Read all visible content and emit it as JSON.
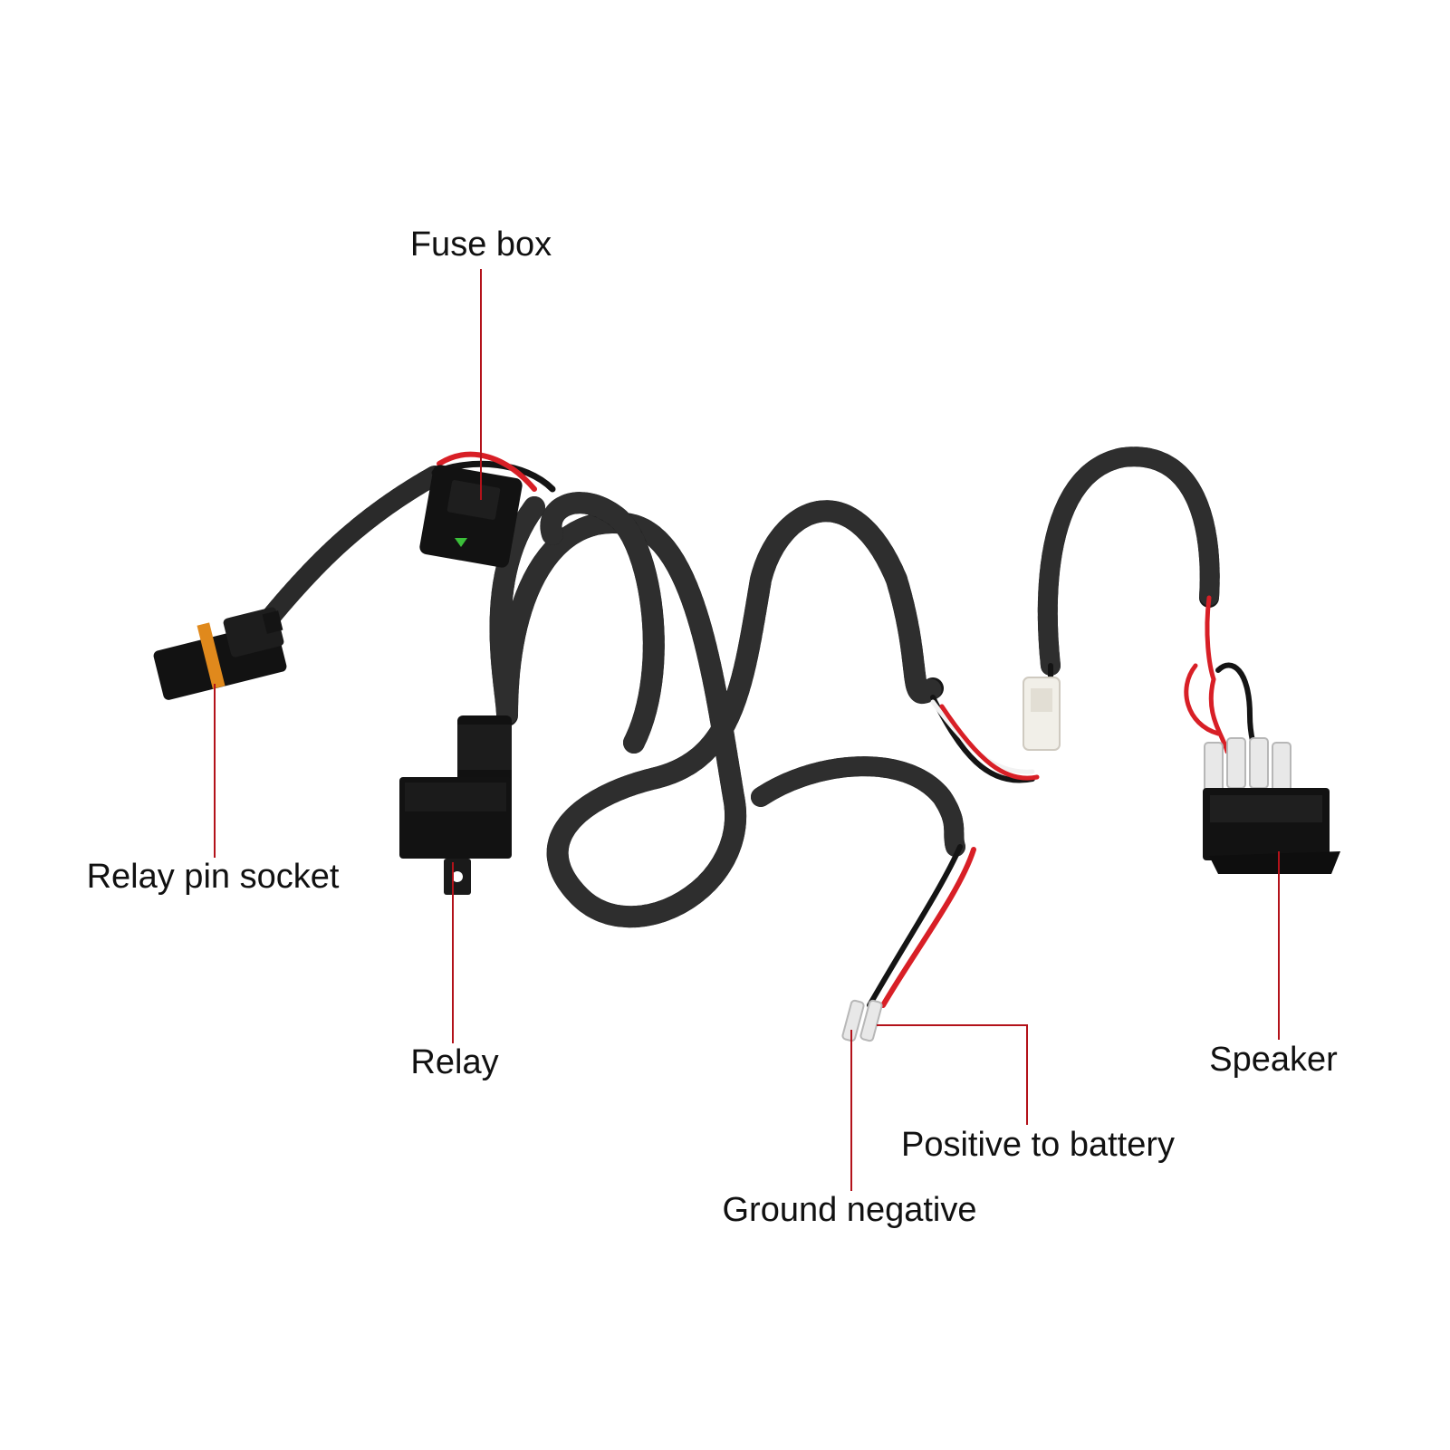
{
  "labels": {
    "fuse_box": "Fuse box",
    "relay_pin_socket": "Relay pin socket",
    "relay": "Relay",
    "speaker": "Speaker",
    "positive_to_battery": "Positive to battery",
    "ground_negative": "Ground negative"
  },
  "colors": {
    "leader_line": "#b3121a",
    "cable": "#141414",
    "wire_red": "#d81f26",
    "wire_white": "#f2f2f2",
    "orange_seal": "#e0891c",
    "fuse_indicator": "#3bbf3a"
  }
}
